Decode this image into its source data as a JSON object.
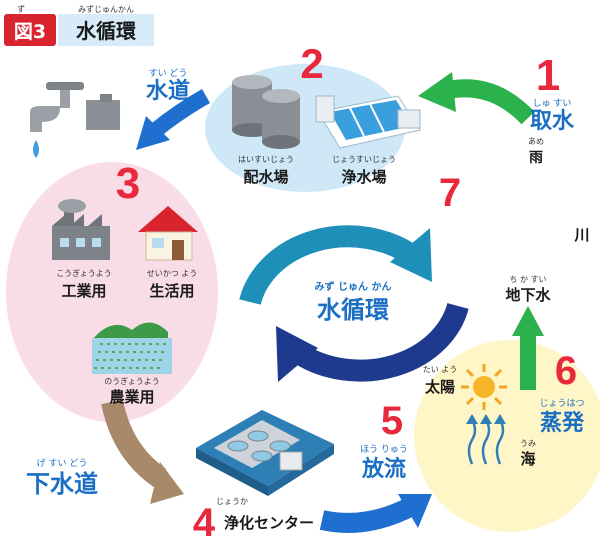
{
  "header": {
    "figure_label": "図3",
    "figure_label_ruby": "ず",
    "title": "水循環",
    "title_ruby": "みずじゅんかん"
  },
  "center": {
    "label": "水循環",
    "ruby": "みず じゅん かん"
  },
  "steps": [
    {
      "number": "1",
      "label": "取水",
      "ruby": "しゅ すい"
    },
    {
      "number": "2"
    },
    {
      "number": "3"
    },
    {
      "number": "4",
      "label": "浄化センター",
      "ruby": "じょうか"
    },
    {
      "number": "5",
      "label": "放流",
      "ruby": "ほう りゅう"
    },
    {
      "number": "6",
      "label": "蒸発",
      "ruby": "じょうはつ"
    },
    {
      "number": "7"
    }
  ],
  "labels": {
    "haisuijo": {
      "text": "配水場",
      "ruby": "はいすいじょう"
    },
    "jousuijo": {
      "text": "浄水場",
      "ruby": "じょうすいじょう"
    },
    "suido": {
      "text": "水道",
      "ruby": "すい どう"
    },
    "kogyo": {
      "text": "工業用",
      "ruby": "こうぎょうよう"
    },
    "seikatsu": {
      "text": "生活用",
      "ruby": "せいかつ よう"
    },
    "nogyo": {
      "text": "農業用",
      "ruby": "のうぎょうよう"
    },
    "gesuido": {
      "text": "下水道",
      "ruby": "げ すい どう"
    },
    "ame": {
      "text": "雨",
      "ruby": "あめ"
    },
    "kawa": {
      "text": "川"
    },
    "chikasui": {
      "text": "地下水",
      "ruby": "ち か すい"
    },
    "taiyo": {
      "text": "太陽",
      "ruby": "たい よう"
    },
    "umi": {
      "text": "海",
      "ruby": "うみ"
    }
  },
  "colors": {
    "step_number": "#e8283c",
    "label_blue": "#1a6fc4",
    "circle_teal": "#1e8fb8",
    "circle_navy": "#1d3a8f",
    "arrow_green": "#2bb24c",
    "arrow_blue": "#1f6fd1",
    "arrow_brown": "#a8896a",
    "water_zone": "#cfe8f7",
    "use_zone": "#f9dde6",
    "sun_zone": "#fff6c7",
    "header_badge": "#d9232d",
    "header_title_bg": "#d7ecf8"
  },
  "icons": [
    "faucet-icon",
    "water-tank-icon",
    "water-plant-icon",
    "factory-icon",
    "house-icon",
    "rice-field-icon",
    "treatment-center-icon",
    "sun-icon",
    "evaporation-icon"
  ]
}
